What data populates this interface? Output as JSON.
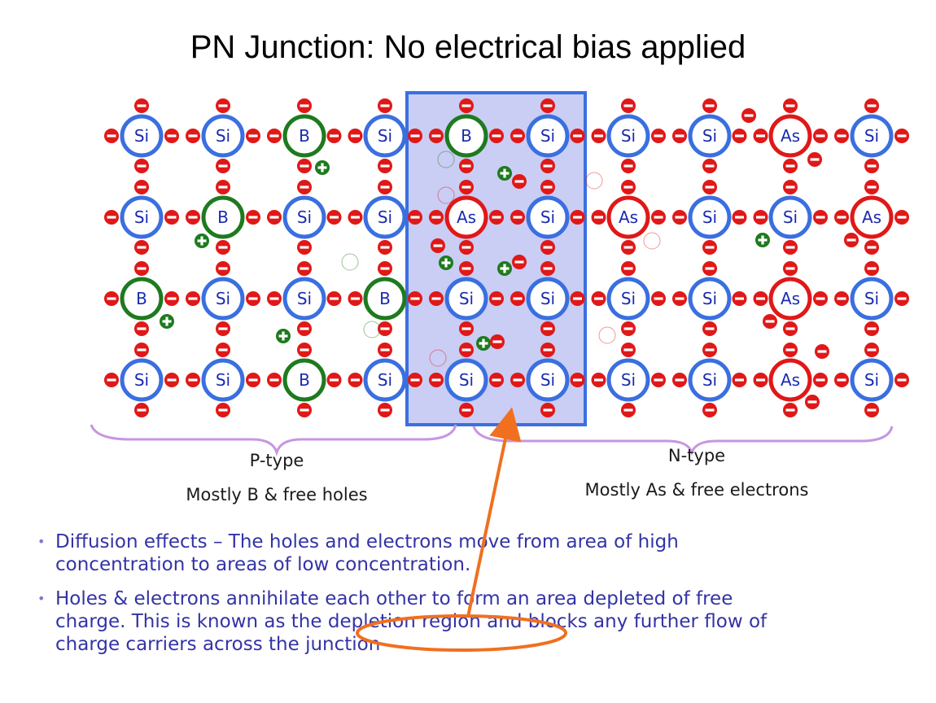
{
  "title": "PN Junction: No electrical bias applied",
  "lattice": {
    "rows": [
      [
        "Si",
        "Si",
        "B",
        "Si",
        "B",
        "Si",
        "Si",
        "Si",
        "As",
        "Si"
      ],
      [
        "Si",
        "B",
        "Si",
        "Si",
        "As",
        "Si",
        "As",
        "Si",
        "Si",
        "As"
      ],
      [
        "B",
        "Si",
        "Si",
        "B",
        "Si",
        "Si",
        "Si",
        "Si",
        "As",
        "Si"
      ],
      [
        "Si",
        "Si",
        "B",
        "Si",
        "Si",
        "Si",
        "Si",
        "Si",
        "As",
        "Si"
      ]
    ],
    "atom_colors": {
      "Si": "#3a6fe0",
      "B": "#1e7a1e",
      "As": "#e01818"
    },
    "electron_color": "#e01818",
    "hole_color": "#1e7a1e",
    "depletion_fill": "#b8bcf0",
    "depletion_border": "#3a6fe0"
  },
  "labels": {
    "p_type": "P-type",
    "p_desc": "Mostly B & free holes",
    "n_type": "N-type",
    "n_desc": "Mostly As & free electrons"
  },
  "bullets": [
    {
      "lines": [
        "Diffusion effects – The holes and electrons move from area of high",
        "concentration to areas of low concentration."
      ]
    },
    {
      "lines": [
        "Holes & electrons annihilate each other to form an area depleted of free",
        "charge. This is known as the depletion region and blocks any further flow of",
        "charge carriers across the junction"
      ]
    }
  ],
  "annotation_color": "#f07020",
  "bracket_color": "#c896e0"
}
